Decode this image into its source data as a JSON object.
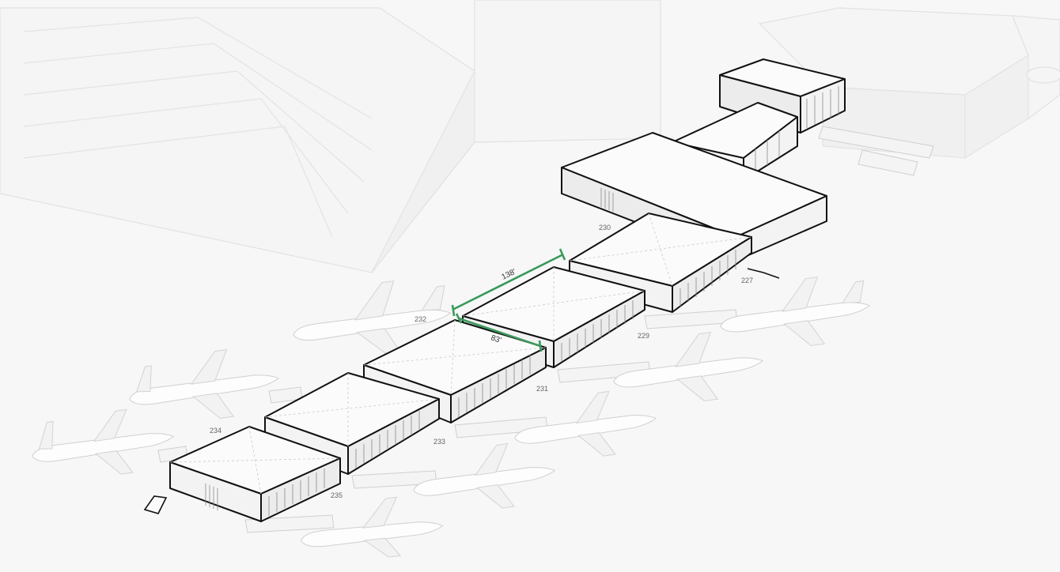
{
  "colors": {
    "background": "#f7f7f7",
    "outline": "#111111",
    "dimension_accent": "#3a9a5b",
    "label_text": "#666666"
  },
  "dimensions": {
    "length": "138'",
    "width": "83'"
  },
  "gates": [
    {
      "id": "gate-230",
      "label": "230"
    },
    {
      "id": "gate-227",
      "label": "227"
    },
    {
      "id": "gate-232",
      "label": "232"
    },
    {
      "id": "gate-229",
      "label": "229"
    },
    {
      "id": "gate-231",
      "label": "231"
    },
    {
      "id": "gate-234",
      "label": "234"
    },
    {
      "id": "gate-233",
      "label": "233"
    },
    {
      "id": "gate-235",
      "label": "235"
    }
  ]
}
